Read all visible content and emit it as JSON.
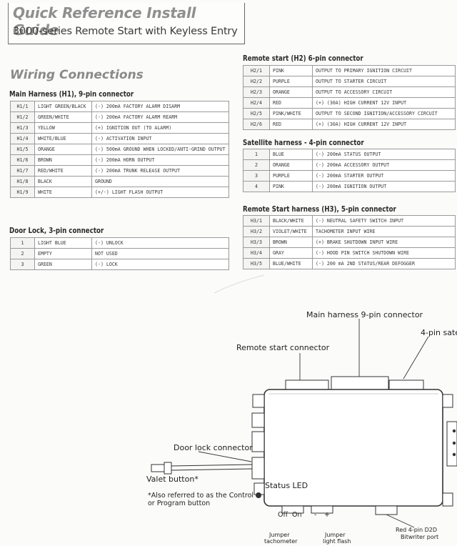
{
  "header": {
    "title": "Quick Reference Install Guide",
    "subtitle": "3000-series Remote Start with Keyless Entry"
  },
  "section_title": "Wiring Connections",
  "tables": {
    "main_harness": {
      "title": "Main Harness (H1), 9-pin connector",
      "rows": [
        [
          "H1/1",
          "LIGHT GREEN/BLACK",
          "(-) 200mA FACTORY ALARM DISARM"
        ],
        [
          "H1/2",
          "GREEN/WHITE",
          "(-) 200mA FACTORY ALARM REARM"
        ],
        [
          "H1/3",
          "YELLOW",
          "(+) IGNITION OUT (TO ALARM)"
        ],
        [
          "H1/4",
          "WHITE/BLUE",
          "(-) ACTIVATION INPUT"
        ],
        [
          "H1/5",
          "ORANGE",
          "(-) 500mA GROUND WHEN LOCKED/ANTI-GRIND OUTPUT"
        ],
        [
          "H1/6",
          "BROWN",
          "(-) 200mA HORN OUTPUT"
        ],
        [
          "H1/7",
          "RED/WHITE",
          "(-) 200mA TRUNK RELEASE OUTPUT"
        ],
        [
          "H1/8",
          "BLACK",
          "GROUND"
        ],
        [
          "H1/9",
          "WHITE",
          "(+/-) LIGHT FLASH OUTPUT"
        ]
      ]
    },
    "door_lock": {
      "title": "Door Lock, 3-pin connector",
      "rows": [
        [
          "1",
          "LIGHT BLUE",
          "(-) UNLOCK"
        ],
        [
          "2",
          "EMPTY",
          "NOT USED"
        ],
        [
          "3",
          "GREEN",
          "(-) LOCK"
        ]
      ]
    },
    "remote_start": {
      "title": "Remote start (H2) 6-pin  connector",
      "rows": [
        [
          "H2/1",
          "PINK",
          "OUTPUT TO PRIMARY IGNITION CIRCUIT"
        ],
        [
          "H2/2",
          "PURPLE",
          "OUTPUT TO STARTER CIRCUIT"
        ],
        [
          "H2/3",
          "ORANGE",
          "OUTPUT TO ACCESSORY CIRCUIT"
        ],
        [
          "H2/4",
          "RED",
          "(+) (30A) HIGH CURRENT 12V INPUT"
        ],
        [
          "H2/5",
          "PINK/WHITE",
          "OUTPUT TO SECOND IGNITION/ACCESSORY CIRCUIT"
        ],
        [
          "H2/6",
          "RED",
          "(+) (30A) HIGH CURRENT 12V INPUT"
        ]
      ]
    },
    "satellite": {
      "title": "Satellite harness - 4-pin connector",
      "rows": [
        [
          "1",
          "BLUE",
          "(-) 200mA STATUS OUTPUT"
        ],
        [
          "2",
          "ORANGE",
          "(-) 200mA ACCESSORY OUTPUT"
        ],
        [
          "3",
          "PURPLE",
          "(-) 200mA  STARTER OUTPUT"
        ],
        [
          "4",
          "PINK",
          "(-) 200mA IGNITION OUTPUT"
        ]
      ]
    },
    "h3": {
      "title": "Remote Start harness (H3),  5-pin connector",
      "rows": [
        [
          "H3/1",
          "BLACK/WHITE",
          "(-) NEUTRAL SAFETY SWITCH INPUT"
        ],
        [
          "H3/2",
          "VIOLET/WHITE",
          "TACHOMETER INPUT WIRE"
        ],
        [
          "H3/3",
          "BROWN",
          "(+) BRAKE SHUTDOWN INPUT WIRE"
        ],
        [
          "H3/4",
          "GRAY",
          "(-) HOOD PIN SWITCH SHUTDOWN WIRE"
        ],
        [
          "H3/5",
          "BLUE/WHITE",
          "(-) 200 mA 2ND STATUS/REAR DEFOGGER"
        ]
      ]
    }
  },
  "diagram": {
    "main_harness_label": "Main harness 9-pin connector",
    "satellite_label": "4-pin sate",
    "remote_start_label": "Remote start connector",
    "door_lock_label": "Door lock connector",
    "valet_label": "Valet  button*",
    "valet_note_line1": "*Also referred to as the Control",
    "valet_note_line2": "or Program button",
    "status_led_label": "Status LED",
    "jumper_off": "Off",
    "jumper_on": "On",
    "jumper_minus": "-",
    "jumper_plus": "+",
    "jumper_tach_line1": "Jumper",
    "jumper_tach_line2": "tachometer",
    "jumper_light_line1": "Jumper",
    "jumper_light_line2": "light flash",
    "d2d_line1": "Red 4-pin D2D",
    "d2d_line2": "Bitwriter port"
  }
}
